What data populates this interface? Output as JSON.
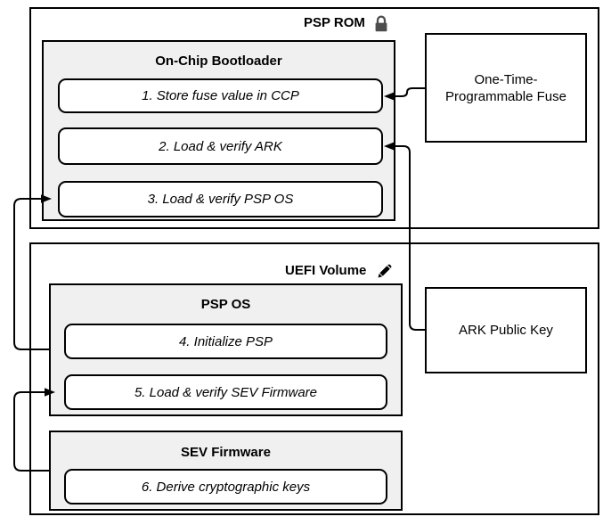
{
  "colors": {
    "border": "#000000",
    "panel_fill": "#f0f0f0",
    "box_fill": "#ffffff",
    "lock_gray": "#4d4d4d",
    "text": "#000000"
  },
  "psp_rom": {
    "title": "PSP ROM",
    "icon": "lock-icon"
  },
  "onchip": {
    "title": "On-Chip Bootloader",
    "steps": [
      {
        "label": "1. Store fuse value in CCP"
      },
      {
        "label": "2. Load & verify ARK"
      },
      {
        "label": "3. Load & verify PSP OS"
      }
    ]
  },
  "uefi": {
    "title": "UEFI Volume",
    "icon": "pencil-icon"
  },
  "psp_os": {
    "title": "PSP OS",
    "steps": [
      {
        "label": "4. Initialize PSP"
      },
      {
        "label": "5. Load & verify SEV Firmware"
      }
    ]
  },
  "sev": {
    "title": "SEV Firmware",
    "steps": [
      {
        "label": "6. Derive cryptographic keys"
      }
    ]
  },
  "fuse_box": {
    "lines": [
      "One-Time-",
      "Programmable Fuse"
    ]
  },
  "ark_box": {
    "label": "ARK Public Key"
  },
  "connections": [
    {
      "from": "one-time-programmable-fuse",
      "to": "step-1-store-fuse-value"
    },
    {
      "from": "ark-public-key",
      "to": "step-2-load-verify-ark"
    },
    {
      "from": "psp-os-panel",
      "to": "step-3-load-verify-psp-os"
    },
    {
      "from": "sev-firmware-panel",
      "to": "step-5-load-verify-sev-firmware"
    }
  ]
}
